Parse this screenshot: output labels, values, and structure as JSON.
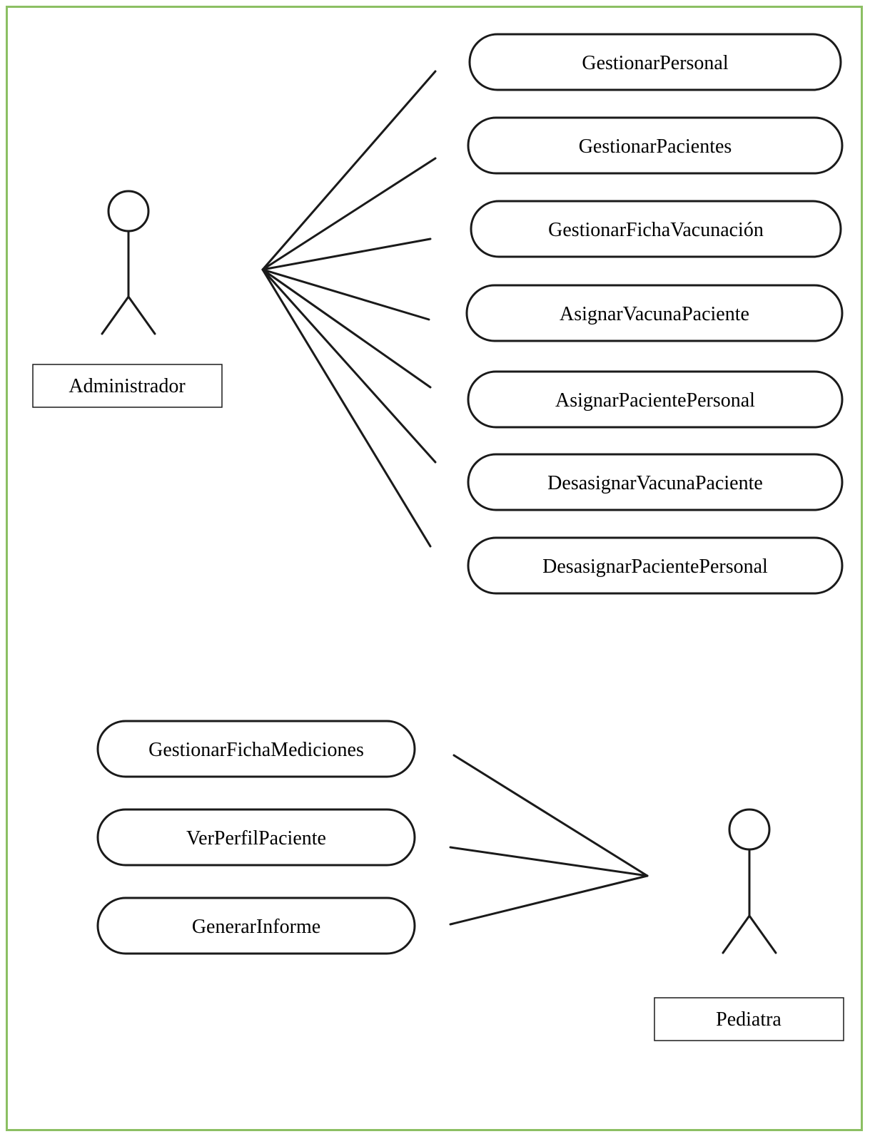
{
  "colors": {
    "frame_border": "#8cbf63",
    "stroke": "#1a1a1a",
    "background": "#ffffff"
  },
  "actors": {
    "admin": {
      "label": "Administrador"
    },
    "pediatra": {
      "label": "Pediatra"
    }
  },
  "admin_use_cases": [
    "GestionarPersonal",
    "GestionarPacientes",
    "GestionarFichaVacunación",
    "AsignarVacunaPaciente",
    "AsignarPacientePersonal",
    "DesasignarVacunaPaciente",
    "DesasignarPacientePersonal"
  ],
  "pediatra_use_cases": [
    "GestionarFichaMediciones",
    "VerPerfilPaciente",
    "GenerarInforme"
  ]
}
